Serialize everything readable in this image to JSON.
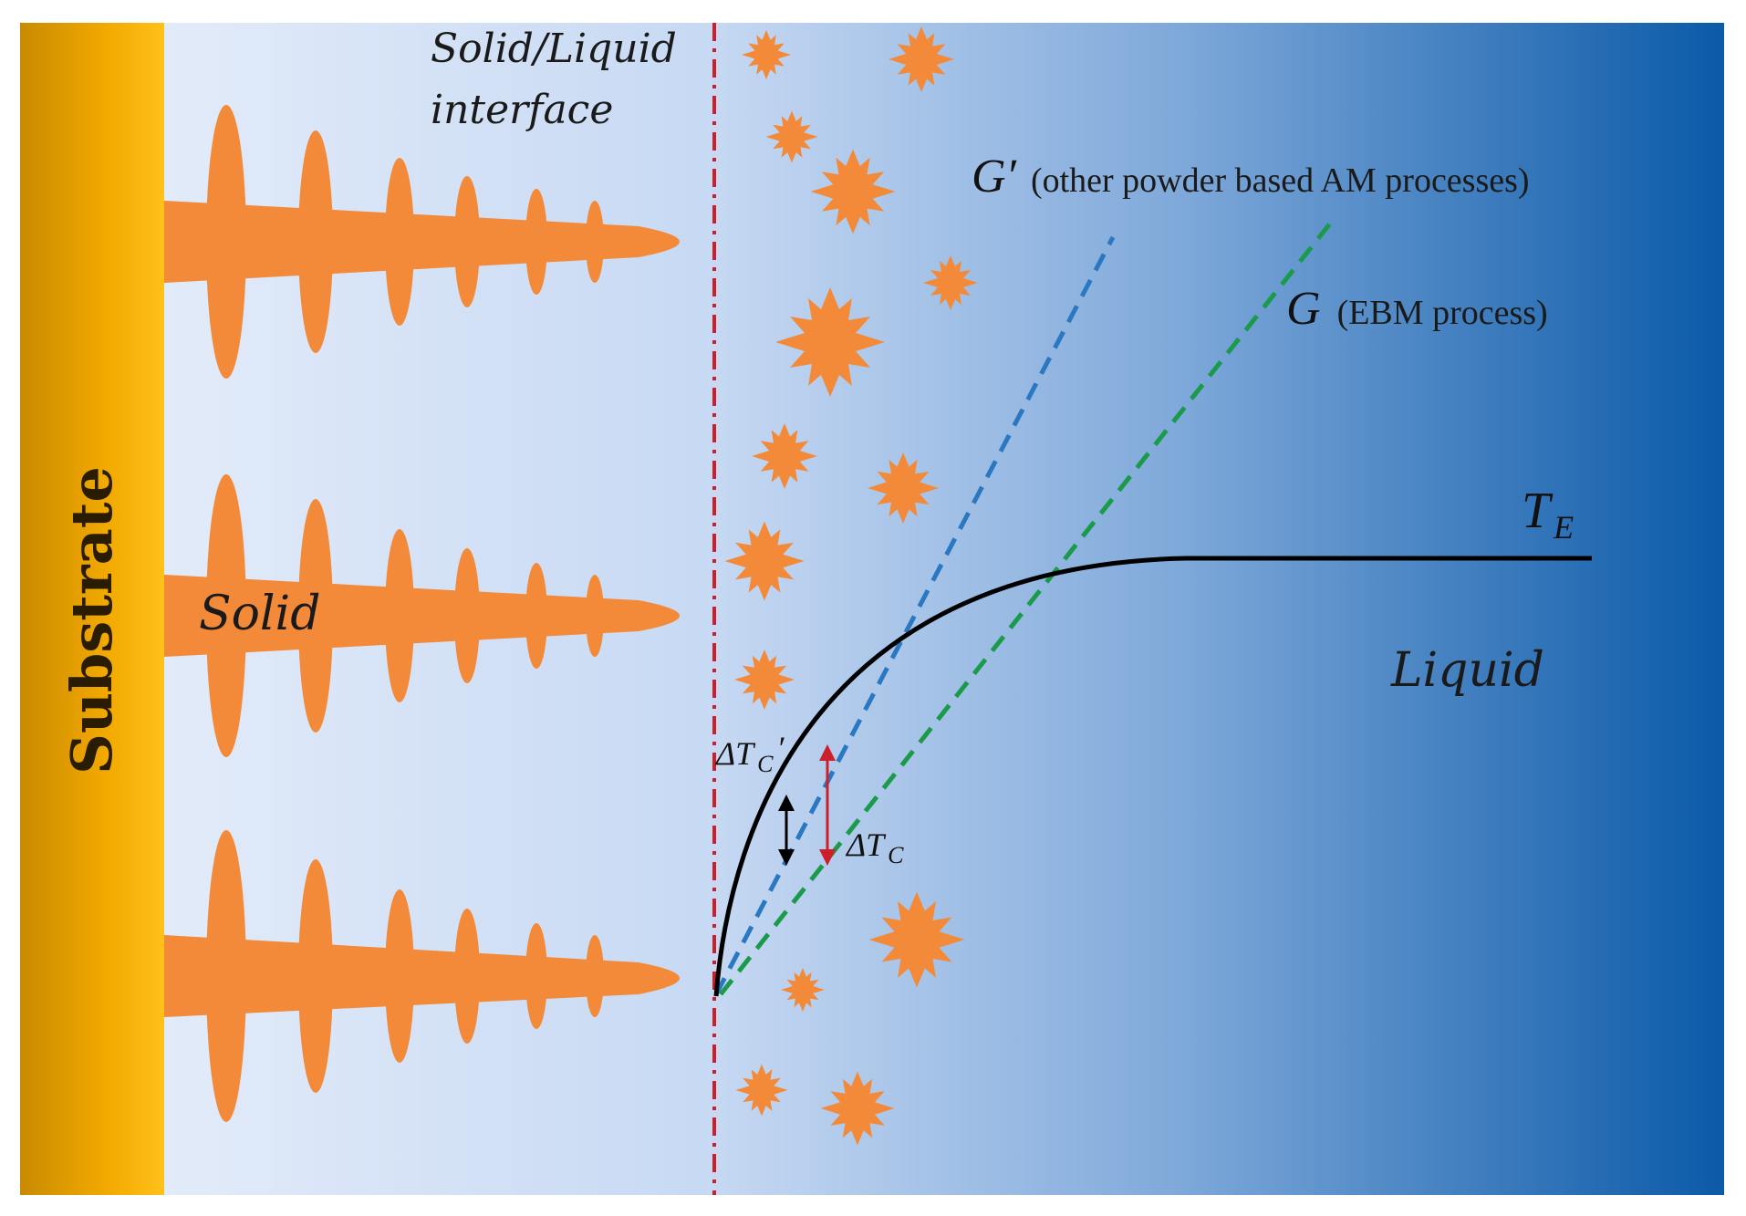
{
  "substrate": {
    "label": "Substrate"
  },
  "interface": {
    "line1": "Solid/Liquid",
    "line2": "interface"
  },
  "regions": {
    "solid": "Solid",
    "liquid": "Liquid"
  },
  "lines": {
    "g_prime": {
      "symbol": "G′",
      "description": "(other powder based AM processes)",
      "color": "#2a78c2"
    },
    "g": {
      "symbol": "G",
      "description": "(EBM process)",
      "color": "#1a9a4a"
    },
    "te": {
      "label_main": "T",
      "label_sub": "E",
      "color": "#000000"
    }
  },
  "undercooling": {
    "dtc_prime": {
      "main": "ΔT",
      "sub": "C",
      "prime": "′"
    },
    "dtc": {
      "main": "ΔT",
      "sub": "C"
    }
  },
  "colors": {
    "substrate": "#f2a900",
    "dendrite": "#f28a3a",
    "interface_line": "#cc1f2a",
    "background_left": "#dde8f8",
    "background_right": "#0b5aa8",
    "arrow_red": "#cc1f2a",
    "arrow_black": "#000000"
  }
}
